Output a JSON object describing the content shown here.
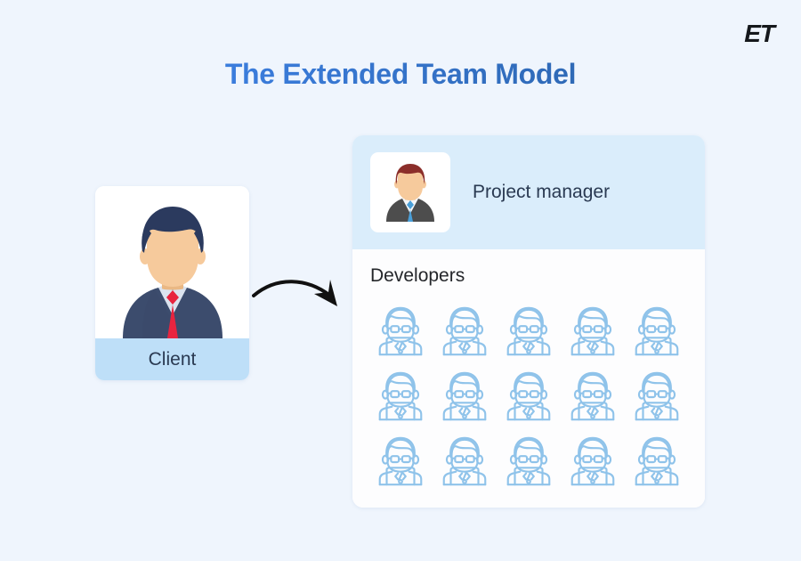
{
  "page": {
    "background_color": "#eff5fd"
  },
  "logo": {
    "text": "ET",
    "icon_name": "et-logo",
    "color": "#15181c"
  },
  "header": {
    "title": "The Extended Team Model",
    "title_gradient_from": "#4a8ae6",
    "title_gradient_to": "#2c5f9e"
  },
  "client": {
    "label": "Client",
    "avatar_icon": "client-avatar-icon",
    "label_background": "#bedff8",
    "label_color": "#2a3a52",
    "card_background": "#ffffff",
    "avatar_colors": {
      "hair": "#2b3a5e",
      "skin": "#f6ca9c",
      "suit": "#3c4c6d",
      "shirt": "#dbe3ef",
      "tie": "#e8243f"
    }
  },
  "flow": {
    "arrow_icon": "curved-arrow-icon",
    "arrow_color": "#111111"
  },
  "team": {
    "panel_background": "#ffffff",
    "project_manager": {
      "label": "Project manager",
      "avatar_icon": "project-manager-avatar-icon",
      "row_background": "#daedfb",
      "label_color": "#2a3a52",
      "avatar_colors": {
        "hair": "#8b2e2a",
        "skin": "#f6ca9c",
        "suit": "#4d4d4d",
        "shirt": "#f4f6f8",
        "tie": "#4a9fd8"
      }
    },
    "developers": {
      "label": "Developers",
      "label_color": "#24262a",
      "icon_name": "developer-icon",
      "icon_color": "#8fc3ea",
      "columns": 5,
      "rows": 3,
      "count": 15,
      "items": [
        {
          "id": 1,
          "icon": "developer-icon"
        },
        {
          "id": 2,
          "icon": "developer-icon"
        },
        {
          "id": 3,
          "icon": "developer-icon"
        },
        {
          "id": 4,
          "icon": "developer-icon"
        },
        {
          "id": 5,
          "icon": "developer-icon"
        },
        {
          "id": 6,
          "icon": "developer-icon"
        },
        {
          "id": 7,
          "icon": "developer-icon"
        },
        {
          "id": 8,
          "icon": "developer-icon"
        },
        {
          "id": 9,
          "icon": "developer-icon"
        },
        {
          "id": 10,
          "icon": "developer-icon"
        },
        {
          "id": 11,
          "icon": "developer-icon"
        },
        {
          "id": 12,
          "icon": "developer-icon"
        },
        {
          "id": 13,
          "icon": "developer-icon"
        },
        {
          "id": 14,
          "icon": "developer-icon"
        },
        {
          "id": 15,
          "icon": "developer-icon"
        }
      ]
    }
  }
}
